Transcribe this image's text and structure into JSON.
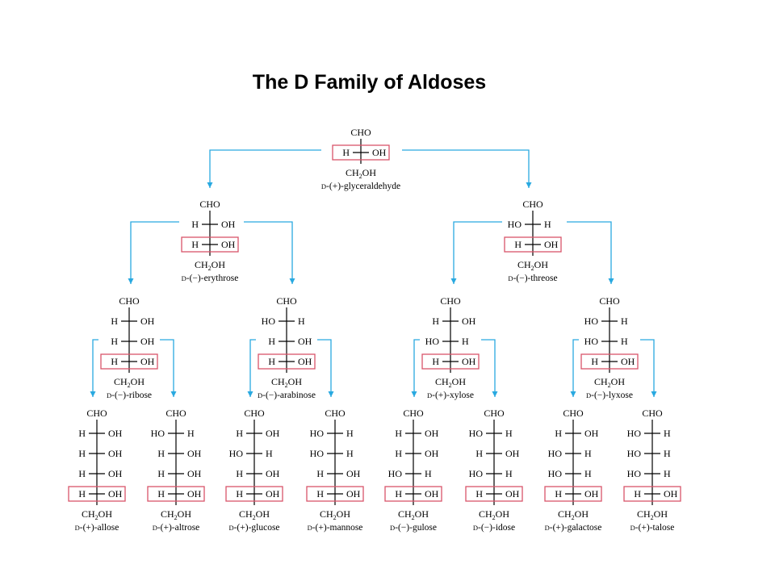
{
  "title": "The D Family of Aldoses",
  "colors": {
    "arrow": "#29a9e0",
    "highlight_box": "#d9546a"
  },
  "molecules": [
    {
      "id": "glyceraldehyde",
      "name": "D-(+)-glyceraldehyde",
      "top": "CHO",
      "bottom": "CH2OH",
      "rows": [
        [
          "H",
          "OH"
        ]
      ]
    },
    {
      "id": "erythrose",
      "name": "D-(−)-erythrose",
      "top": "CHO",
      "bottom": "CH2OH",
      "rows": [
        [
          "H",
          "OH"
        ],
        [
          "H",
          "OH"
        ]
      ]
    },
    {
      "id": "threose",
      "name": "D-(−)-threose",
      "top": "CHO",
      "bottom": "CH2OH",
      "rows": [
        [
          "HO",
          "H"
        ],
        [
          "H",
          "OH"
        ]
      ]
    },
    {
      "id": "ribose",
      "name": "D-(−)-ribose",
      "top": "CHO",
      "bottom": "CH2OH",
      "rows": [
        [
          "H",
          "OH"
        ],
        [
          "H",
          "OH"
        ],
        [
          "H",
          "OH"
        ]
      ]
    },
    {
      "id": "arabinose",
      "name": "D-(−)-arabinose",
      "top": "CHO",
      "bottom": "CH2OH",
      "rows": [
        [
          "HO",
          "H"
        ],
        [
          "H",
          "OH"
        ],
        [
          "H",
          "OH"
        ]
      ]
    },
    {
      "id": "xylose",
      "name": "D-(+)-xylose",
      "top": "CHO",
      "bottom": "CH2OH",
      "rows": [
        [
          "H",
          "OH"
        ],
        [
          "HO",
          "H"
        ],
        [
          "H",
          "OH"
        ]
      ]
    },
    {
      "id": "lyxose",
      "name": "D-(−)-lyxose",
      "top": "CHO",
      "bottom": "CH2OH",
      "rows": [
        [
          "HO",
          "H"
        ],
        [
          "HO",
          "H"
        ],
        [
          "H",
          "OH"
        ]
      ]
    },
    {
      "id": "allose",
      "name": "D-(+)-allose",
      "top": "CHO",
      "bottom": "CH2OH",
      "rows": [
        [
          "H",
          "OH"
        ],
        [
          "H",
          "OH"
        ],
        [
          "H",
          "OH"
        ],
        [
          "H",
          "OH"
        ]
      ]
    },
    {
      "id": "altrose",
      "name": "D-(+)-altrose",
      "top": "CHO",
      "bottom": "CH2OH",
      "rows": [
        [
          "HO",
          "H"
        ],
        [
          "H",
          "OH"
        ],
        [
          "H",
          "OH"
        ],
        [
          "H",
          "OH"
        ]
      ]
    },
    {
      "id": "glucose",
      "name": "D-(+)-glucose",
      "top": "CHO",
      "bottom": "CH2OH",
      "rows": [
        [
          "H",
          "OH"
        ],
        [
          "HO",
          "H"
        ],
        [
          "H",
          "OH"
        ],
        [
          "H",
          "OH"
        ]
      ]
    },
    {
      "id": "mannose",
      "name": "D-(+)-mannose",
      "top": "CHO",
      "bottom": "CH2OH",
      "rows": [
        [
          "HO",
          "H"
        ],
        [
          "HO",
          "H"
        ],
        [
          "H",
          "OH"
        ],
        [
          "H",
          "OH"
        ]
      ]
    },
    {
      "id": "gulose",
      "name": "D-(−)-gulose",
      "top": "CHO",
      "bottom": "CH2OH",
      "rows": [
        [
          "H",
          "OH"
        ],
        [
          "H",
          "OH"
        ],
        [
          "HO",
          "H"
        ],
        [
          "H",
          "OH"
        ]
      ]
    },
    {
      "id": "idose",
      "name": "D-(−)-idose",
      "top": "CHO",
      "bottom": "CH2OH",
      "rows": [
        [
          "HO",
          "H"
        ],
        [
          "H",
          "OH"
        ],
        [
          "HO",
          "H"
        ],
        [
          "H",
          "OH"
        ]
      ]
    },
    {
      "id": "galactose",
      "name": "D-(+)-galactose",
      "top": "CHO",
      "bottom": "CH2OH",
      "rows": [
        [
          "H",
          "OH"
        ],
        [
          "HO",
          "H"
        ],
        [
          "HO",
          "H"
        ],
        [
          "H",
          "OH"
        ]
      ]
    },
    {
      "id": "talose",
      "name": "D-(+)-talose",
      "top": "CHO",
      "bottom": "CH2OH",
      "rows": [
        [
          "HO",
          "H"
        ],
        [
          "HO",
          "H"
        ],
        [
          "HO",
          "H"
        ],
        [
          "H",
          "OH"
        ]
      ]
    }
  ],
  "tree": [
    {
      "from": "glyceraldehyde",
      "to": [
        "erythrose",
        "threose"
      ]
    },
    {
      "from": "erythrose",
      "to": [
        "ribose",
        "arabinose"
      ]
    },
    {
      "from": "threose",
      "to": [
        "xylose",
        "lyxose"
      ]
    },
    {
      "from": "ribose",
      "to": [
        "allose",
        "altrose"
      ]
    },
    {
      "from": "arabinose",
      "to": [
        "glucose",
        "mannose"
      ]
    },
    {
      "from": "xylose",
      "to": [
        "gulose",
        "idose"
      ]
    },
    {
      "from": "lyxose",
      "to": [
        "galactose",
        "talose"
      ]
    }
  ]
}
